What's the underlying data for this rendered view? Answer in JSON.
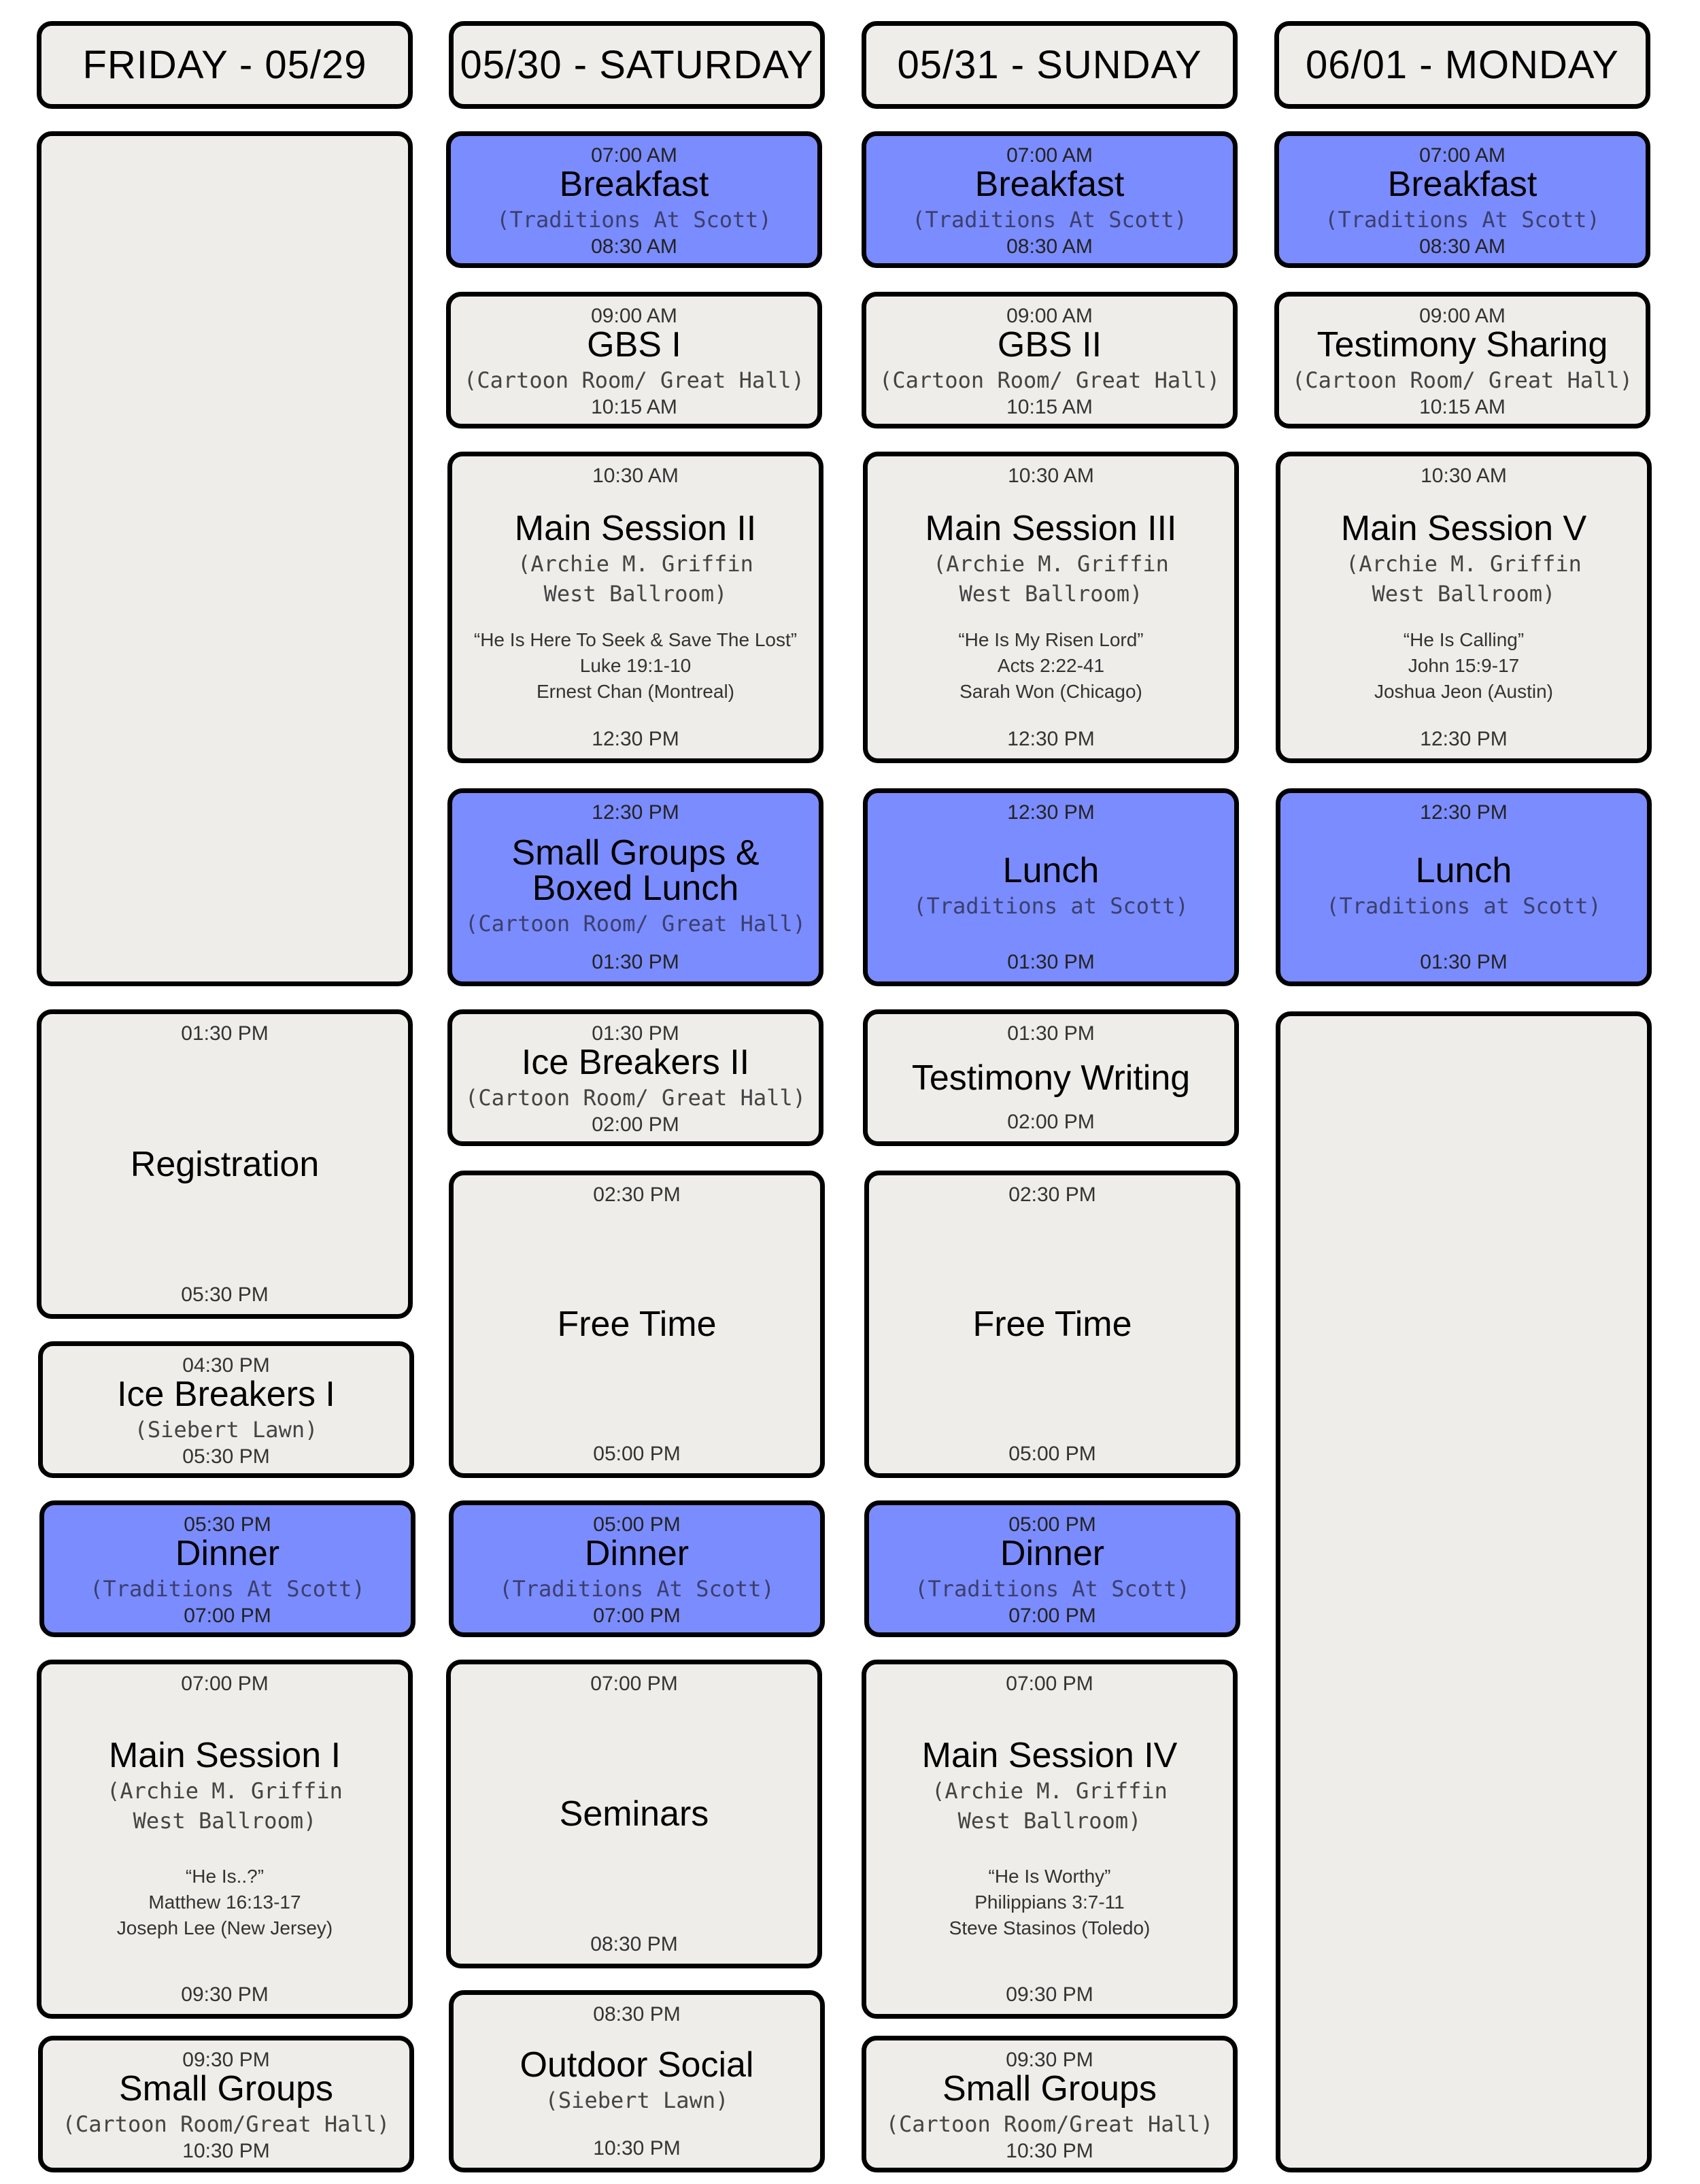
{
  "days": [
    {
      "label": "FRIDAY - 05/29"
    },
    {
      "label": "05/30 - SATURDAY"
    },
    {
      "label": "05/31 - SUNDAY"
    },
    {
      "label": "06/01 - MONDAY"
    }
  ],
  "events": {
    "fri_registration": {
      "start": "01:30 PM",
      "title": "Registration",
      "end": "05:30 PM"
    },
    "fri_icebreakers": {
      "start": "04:30 PM",
      "title": "Ice Breakers I",
      "location": "(Siebert Lawn)",
      "end": "05:30 PM"
    },
    "fri_dinner": {
      "start": "05:30 PM",
      "title": "Dinner",
      "location": "(Traditions At Scott)",
      "end": "07:00 PM"
    },
    "fri_main1": {
      "start": "07:00 PM",
      "title": "Main Session I",
      "location": "(Archie M. Griffin\nWest Ballroom)",
      "quote": "“He Is..?”",
      "verse": "Matthew 16:13-17",
      "speaker": "Joseph Lee (New Jersey)",
      "end": "09:30 PM"
    },
    "fri_smallgroups": {
      "start": "09:30 PM",
      "title": "Small Groups",
      "location": "(Cartoon Room/Great Hall)",
      "end": "10:30 PM"
    },
    "sat_breakfast": {
      "start": "07:00 AM",
      "title": "Breakfast",
      "location": "(Traditions At Scott)",
      "end": "08:30 AM"
    },
    "sat_gbs": {
      "start": "09:00 AM",
      "title": "GBS I",
      "location": "(Cartoon Room/ Great Hall)",
      "end": "10:15 AM"
    },
    "sat_main2": {
      "start": "10:30 AM",
      "title": "Main Session II",
      "location": "(Archie M. Griffin\nWest Ballroom)",
      "quote": "“He Is Here To Seek & Save The Lost”",
      "verse": "Luke 19:1-10",
      "speaker": "Ernest Chan (Montreal)",
      "end": "12:30 PM"
    },
    "sat_lunch": {
      "start": "12:30 PM",
      "title": "Small Groups & Boxed Lunch",
      "location": "(Cartoon Room/ Great Hall)",
      "end": "01:30 PM"
    },
    "sat_icebreakers": {
      "start": "01:30 PM",
      "title": "Ice Breakers II",
      "location": "(Cartoon Room/ Great Hall)",
      "end": "02:00 PM"
    },
    "sat_free": {
      "start": "02:30 PM",
      "title": "Free Time",
      "end": "05:00 PM"
    },
    "sat_dinner": {
      "start": "05:00 PM",
      "title": "Dinner",
      "location": "(Traditions At Scott)",
      "end": "07:00 PM"
    },
    "sat_seminars": {
      "start": "07:00 PM",
      "title": "Seminars",
      "end": "08:30 PM"
    },
    "sat_social": {
      "start": "08:30 PM",
      "title": "Outdoor Social",
      "location": "(Siebert Lawn)",
      "end": "10:30 PM"
    },
    "sun_breakfast": {
      "start": "07:00 AM",
      "title": "Breakfast",
      "location": "(Traditions At Scott)",
      "end": "08:30 AM"
    },
    "sun_gbs": {
      "start": "09:00 AM",
      "title": "GBS II",
      "location": "(Cartoon Room/ Great Hall)",
      "end": "10:15 AM"
    },
    "sun_main3": {
      "start": "10:30 AM",
      "title": "Main Session III",
      "location": "(Archie M. Griffin\nWest Ballroom)",
      "quote": "“He Is My Risen Lord”",
      "verse": "Acts 2:22-41",
      "speaker": "Sarah Won (Chicago)",
      "end": "12:30 PM"
    },
    "sun_lunch": {
      "start": "12:30 PM",
      "title": "Lunch",
      "location": "(Traditions at Scott)",
      "end": "01:30 PM"
    },
    "sun_testimony": {
      "start": "01:30 PM",
      "title": "Testimony Writing",
      "end": "02:00 PM"
    },
    "sun_free": {
      "start": "02:30 PM",
      "title": "Free Time",
      "end": "05:00 PM"
    },
    "sun_dinner": {
      "start": "05:00 PM",
      "title": "Dinner",
      "location": "(Traditions At Scott)",
      "end": "07:00 PM"
    },
    "sun_main4": {
      "start": "07:00 PM",
      "title": "Main Session IV",
      "location": "(Archie M. Griffin\nWest Ballroom)",
      "quote": "“He Is Worthy”",
      "verse": "Philippians 3:7-11",
      "speaker": "Steve Stasinos (Toledo)",
      "end": "09:30 PM"
    },
    "sun_smallgroups": {
      "start": "09:30 PM",
      "title": "Small Groups",
      "location": "(Cartoon Room/Great Hall)",
      "end": "10:30 PM"
    },
    "mon_breakfast": {
      "start": "07:00 AM",
      "title": "Breakfast",
      "location": "(Traditions At Scott)",
      "end": "08:30 AM"
    },
    "mon_testimony": {
      "start": "09:00 AM",
      "title": "Testimony Sharing",
      "location": "(Cartoon Room/ Great Hall)",
      "end": "10:15 AM"
    },
    "mon_main5": {
      "start": "10:30 AM",
      "title": "Main Session V",
      "location": "(Archie M. Griffin\nWest Ballroom)",
      "quote": "“He Is Calling”",
      "verse": "John 15:9-17",
      "speaker": "Joshua Jeon (Austin)",
      "end": "12:30 PM"
    },
    "mon_lunch": {
      "start": "12:30 PM",
      "title": "Lunch",
      "location": "(Traditions at Scott)",
      "end": "01:30 PM"
    }
  },
  "colors": {
    "meal": "#7b8cfe",
    "card": "#eeede9",
    "border": "#000000"
  }
}
